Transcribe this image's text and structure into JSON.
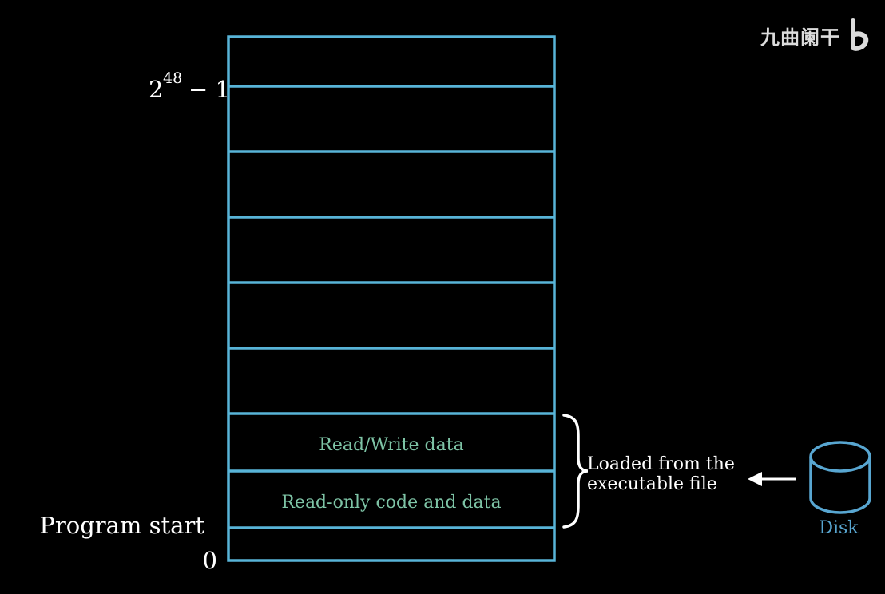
{
  "memory": {
    "address_top_base": "2",
    "address_top_exponent": "48",
    "address_top_suffix": "− 1",
    "address_bottom": "0",
    "program_start_label": "Program start",
    "segments": {
      "read_write": "Read/Write data",
      "read_only": "Read-only code and data"
    }
  },
  "annotation": {
    "line1": "Loaded from the",
    "line2": "executable file"
  },
  "disk": {
    "label": "Disk"
  },
  "watermark": {
    "text": "九曲阑干",
    "logo_icon": "bilibili-b-logo-icon"
  },
  "colors": {
    "background": "#000000",
    "memory_outline": "#58b4d8",
    "segment_text": "#7ec4a6",
    "disk": "#58a6d1",
    "text": "#ffffff"
  }
}
